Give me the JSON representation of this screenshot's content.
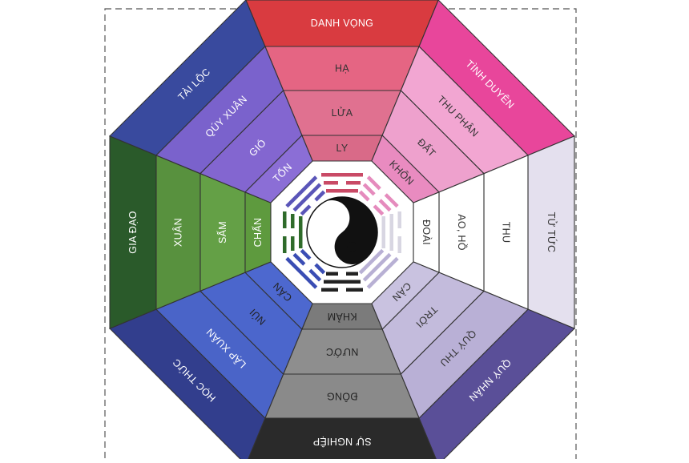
{
  "diagram": {
    "sectors": [
      {
        "key": "n",
        "angle": -90,
        "labels": [
          "DANH VỌNG",
          "HẠ",
          "LỬA",
          "LY"
        ],
        "colors": [
          "#d93b40",
          "#e56583",
          "#e07190",
          "#d96a88"
        ],
        "text": [
          "#ffffff",
          "#333333",
          "#333333",
          "#333333"
        ]
      },
      {
        "key": "ne",
        "angle": -45,
        "labels": [
          "TÌNH DUYÊN",
          "THU PHÂN",
          "ĐẤT",
          "KHÔN"
        ],
        "colors": [
          "#e8469b",
          "#f2a6d2",
          "#eea1cd",
          "#e98bc0"
        ],
        "text": [
          "#ffffff",
          "#333333",
          "#333333",
          "#333333"
        ]
      },
      {
        "key": "e",
        "angle": 0,
        "labels": [
          "TỬ TỨC",
          "THU",
          "AO, HỒ",
          "ĐOÀI"
        ],
        "colors": [
          "#e4e0ee",
          "#ffffff",
          "#ffffff",
          "#ffffff"
        ],
        "text": [
          "#333333",
          "#333333",
          "#333333",
          "#333333"
        ]
      },
      {
        "key": "se",
        "angle": 45,
        "labels": [
          "QUÝ NHÂN",
          "QUÝ THU",
          "TRỜI",
          "CÀN"
        ],
        "colors": [
          "#5a4f98",
          "#b9b0d6",
          "#c3bbdc",
          "#c9c2e0"
        ],
        "text": [
          "#ffffff",
          "#333333",
          "#333333",
          "#333333"
        ]
      },
      {
        "key": "s",
        "angle": 90,
        "labels": [
          "SỰ NGHIỆP",
          "ĐÔNG",
          "NƯỚC",
          "KHẢM"
        ],
        "colors": [
          "#2a2a2a",
          "#8a8a8a",
          "#8e8e8e",
          "#7b7b7b"
        ],
        "text": [
          "#ffffff",
          "#222222",
          "#222222",
          "#222222"
        ]
      },
      {
        "key": "sw",
        "angle": 135,
        "labels": [
          "HỌC THỨC",
          "LẬP XUÂN",
          "NÚI",
          "CẤN"
        ],
        "colors": [
          "#323e8d",
          "#4a64c8",
          "#4b66cc",
          "#4d68cf"
        ],
        "text": [
          "#ffffff",
          "#ffffff",
          "#222222",
          "#222222"
        ]
      },
      {
        "key": "w",
        "angle": 180,
        "labels": [
          "GIA ĐẠO",
          "XUÂN",
          "SẤM",
          "CHẤN"
        ],
        "colors": [
          "#2a5a2a",
          "#58913e",
          "#64a046",
          "#5e9a3e"
        ],
        "text": [
          "#ffffff",
          "#ffffff",
          "#ffffff",
          "#ffffff"
        ]
      },
      {
        "key": "nw",
        "angle": 225,
        "labels": [
          "TÀI LỘC",
          "QÚY XUÂN",
          "GIÓ",
          "TỐN"
        ],
        "colors": [
          "#394a9e",
          "#7a62cc",
          "#8366d0",
          "#8b6ed6"
        ],
        "text": [
          "#ffffff",
          "#ffffff",
          "#ffffff",
          "#ffffff"
        ]
      }
    ],
    "trigram_colors": [
      "#c94a66",
      "#e58bbd",
      "#d8d6e2",
      "#b8b0d4",
      "#222222",
      "#3a4db4",
      "#2f6b2a",
      "#5a55b8"
    ],
    "border_color": "#333333"
  }
}
